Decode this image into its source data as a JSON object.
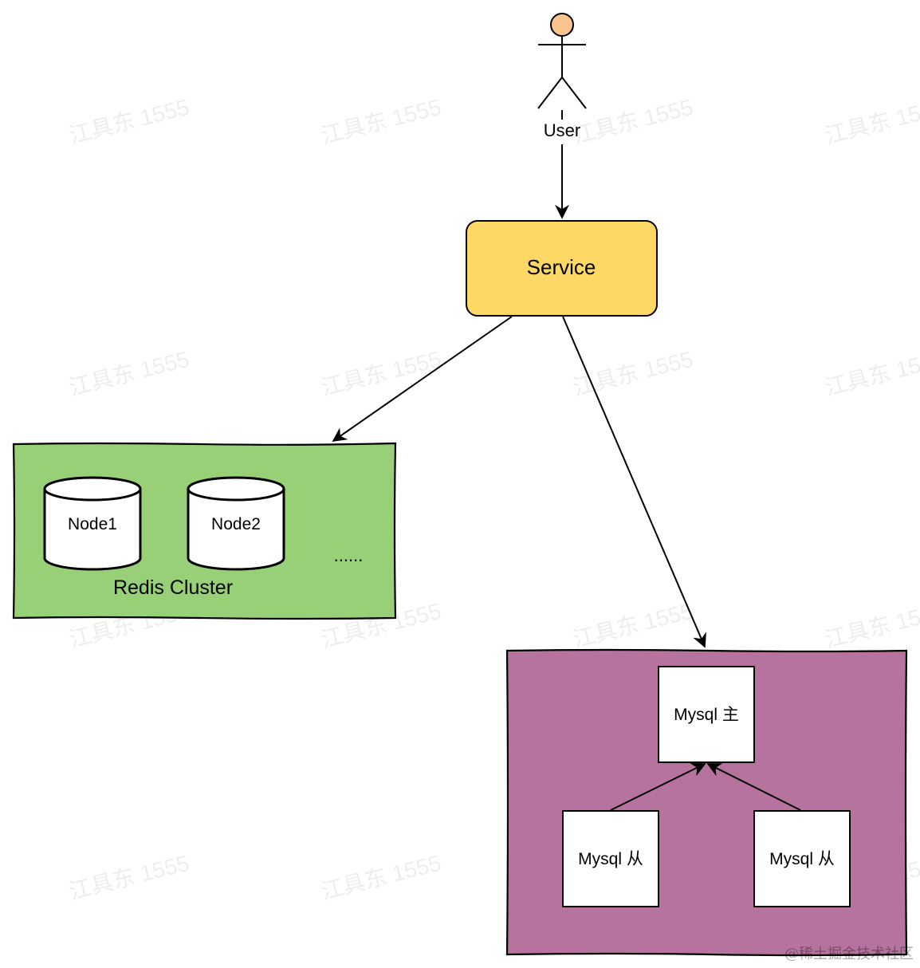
{
  "user": {
    "label": "User"
  },
  "service": {
    "label": "Service",
    "fill": "#fdd865"
  },
  "redis": {
    "cluster_label": "Redis Cluster",
    "fill": "#97d077",
    "nodes": [
      "Node1",
      "Node2"
    ],
    "ellipsis": "......"
  },
  "mysql": {
    "fill": "#b5739d",
    "master": "Mysql 主",
    "slave_left": "Mysql 从",
    "slave_right": "Mysql 从"
  },
  "watermark": {
    "text": "江具东 1555"
  },
  "credit": {
    "text": "@稀土掘金技术社区"
  },
  "colors": {
    "stroke": "#000000",
    "actor_head": "#fcc58f"
  }
}
